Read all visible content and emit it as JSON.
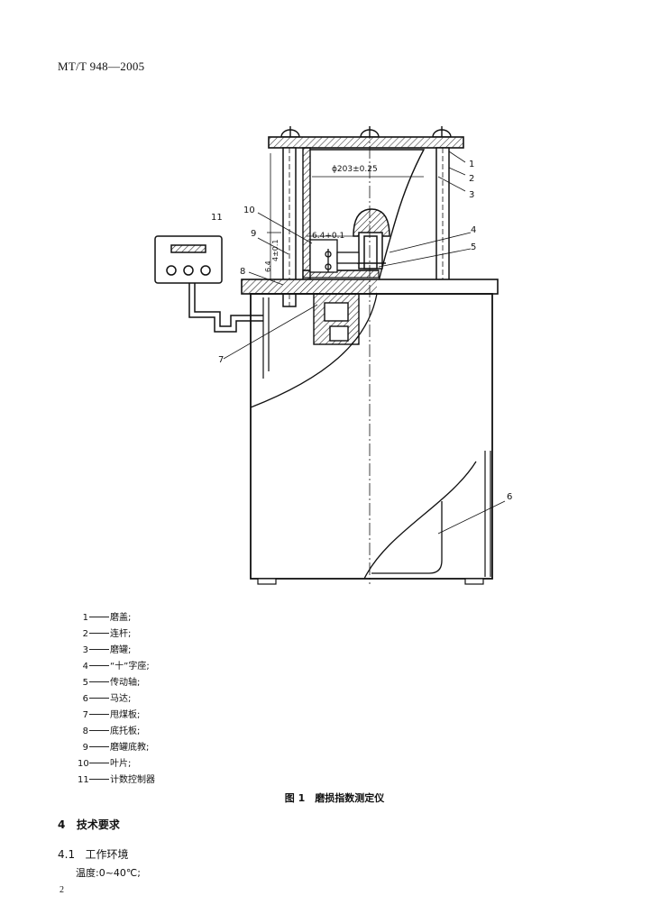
{
  "header": {
    "standard_no": "MT/T 948—2005"
  },
  "figure": {
    "callouts": [
      "1",
      "2",
      "3",
      "4",
      "5",
      "6",
      "7",
      "8",
      "9",
      "10",
      "11"
    ],
    "dimensions": {
      "diameter": "ϕ203±0.25",
      "gap": "6.4+0.1",
      "height_a": "4±0.1",
      "height_b": "6.4"
    }
  },
  "legend": [
    {
      "num": "1",
      "label": "磨盖;"
    },
    {
      "num": "2",
      "label": "连杆;"
    },
    {
      "num": "3",
      "label": "磨罐;"
    },
    {
      "num": "4",
      "label": "“十”字座;"
    },
    {
      "num": "5",
      "label": "传动轴;"
    },
    {
      "num": "6",
      "label": "马达;"
    },
    {
      "num": "7",
      "label": "甩煤板;"
    },
    {
      "num": "8",
      "label": "底托板;"
    },
    {
      "num": "9",
      "label": "磨罐底教;"
    },
    {
      "num": "10",
      "label": "叶片;"
    },
    {
      "num": "11",
      "label": "计数控制器"
    }
  ],
  "caption": "图 1　磨损指数测定仪",
  "section": {
    "number": "4",
    "title": "技术要求"
  },
  "subsection": {
    "number": "4.1",
    "title": "工作环境"
  },
  "env": {
    "temperature": "温度:0~40℃;"
  },
  "page_number": "2"
}
